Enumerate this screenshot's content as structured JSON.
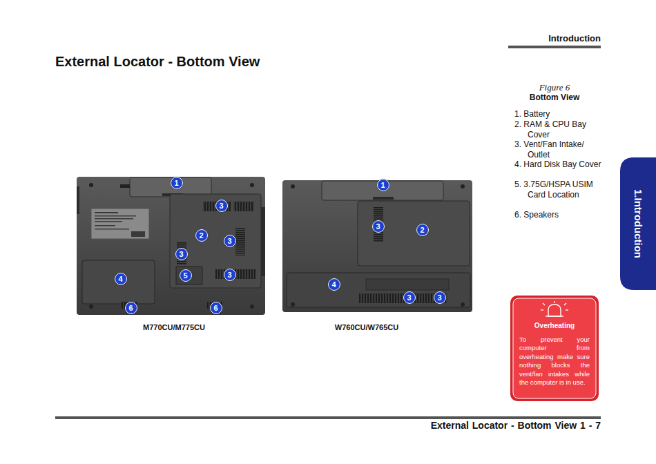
{
  "diagram": {
    "title": "External Locator - Bottom View",
    "nodes": [
      {
        "text": [
          "1.Introduction"
        ]
      },
      {
        "text": [
          "Overheating",
          "To prevent your computer from overheating make sure nothing blocks the vent/fan intakes while the computer is in use."
        ]
      }
    ],
    "labels": [
      "Introduction",
      "Figure 6",
      "Bottom View",
      "1. Battery",
      "2. RAM & CPU Bay Cover",
      "3. Vent/Fan Intake/ Outlet",
      "4. Hard Disk Bay Cover",
      "5. 3.75G/HSPA USIM Card Location",
      "6. Speakers",
      "M770CU/M775CU",
      "W760CU/W765CU",
      "External Locator - Bottom View 1 - 7",
      "1",
      "3",
      "2",
      "3",
      "3",
      "5",
      "3",
      "4",
      "6",
      "6",
      "1",
      "3",
      "2",
      "4",
      "3",
      "3"
    ]
  }
}
